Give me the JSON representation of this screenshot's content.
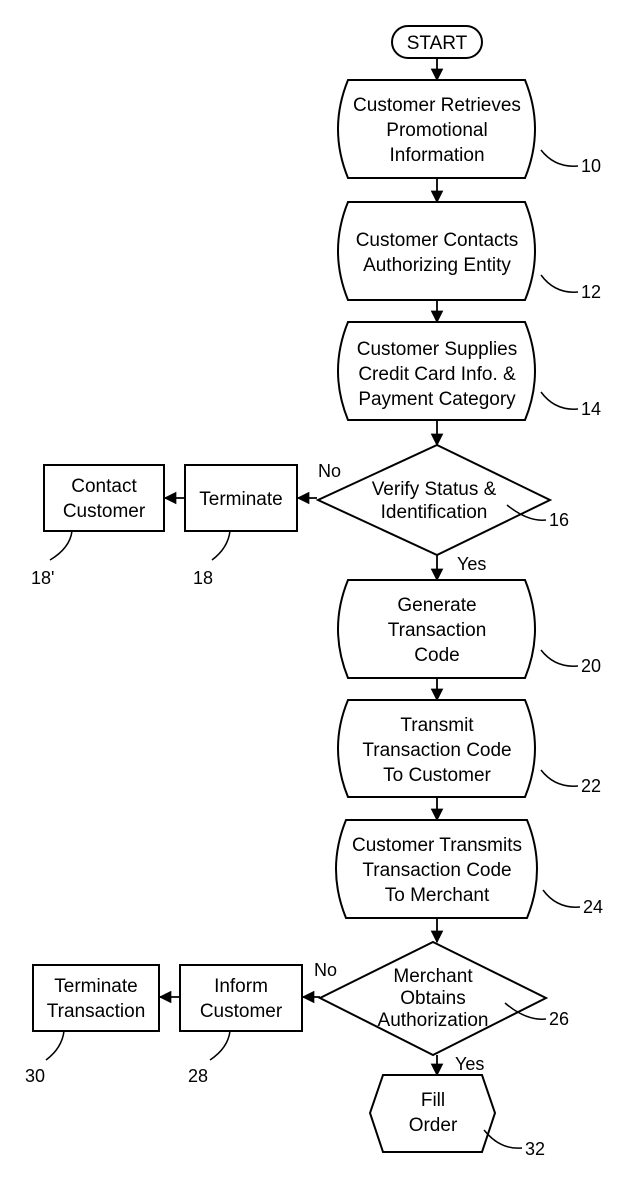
{
  "flowchart": {
    "start": "START",
    "steps": {
      "s10": {
        "lines": [
          "Customer Retrieves",
          "Promotional",
          "Information"
        ],
        "ref": "10"
      },
      "s12": {
        "lines": [
          "Customer Contacts",
          "Authorizing Entity"
        ],
        "ref": "12"
      },
      "s14": {
        "lines": [
          "Customer Supplies",
          "Credit Card Info. &",
          "Payment Category"
        ],
        "ref": "14"
      },
      "d16": {
        "lines": [
          "Verify Status &",
          "Identification"
        ],
        "ref": "16"
      },
      "s18": {
        "lines": [
          "Terminate"
        ],
        "ref": "18"
      },
      "s18p": {
        "lines": [
          "Contact",
          "Customer"
        ],
        "ref": "18'"
      },
      "s20": {
        "lines": [
          "Generate",
          "Transaction",
          "Code"
        ],
        "ref": "20"
      },
      "s22": {
        "lines": [
          "Transmit",
          "Transaction Code",
          "To Customer"
        ],
        "ref": "22"
      },
      "s24": {
        "lines": [
          "Customer Transmits",
          "Transaction Code",
          "To Merchant"
        ],
        "ref": "24"
      },
      "d26": {
        "lines": [
          "Merchant",
          "Obtains",
          "Authorization"
        ],
        "ref": "26"
      },
      "s28": {
        "lines": [
          "Inform",
          "Customer"
        ],
        "ref": "28"
      },
      "s30": {
        "lines": [
          "Terminate",
          "Transaction"
        ],
        "ref": "30"
      },
      "s32": {
        "lines": [
          "Fill",
          "Order"
        ],
        "ref": "32"
      }
    },
    "branches": {
      "d16_no": "No",
      "d16_yes": "Yes",
      "d26_no": "No",
      "d26_yes": "Yes"
    }
  }
}
